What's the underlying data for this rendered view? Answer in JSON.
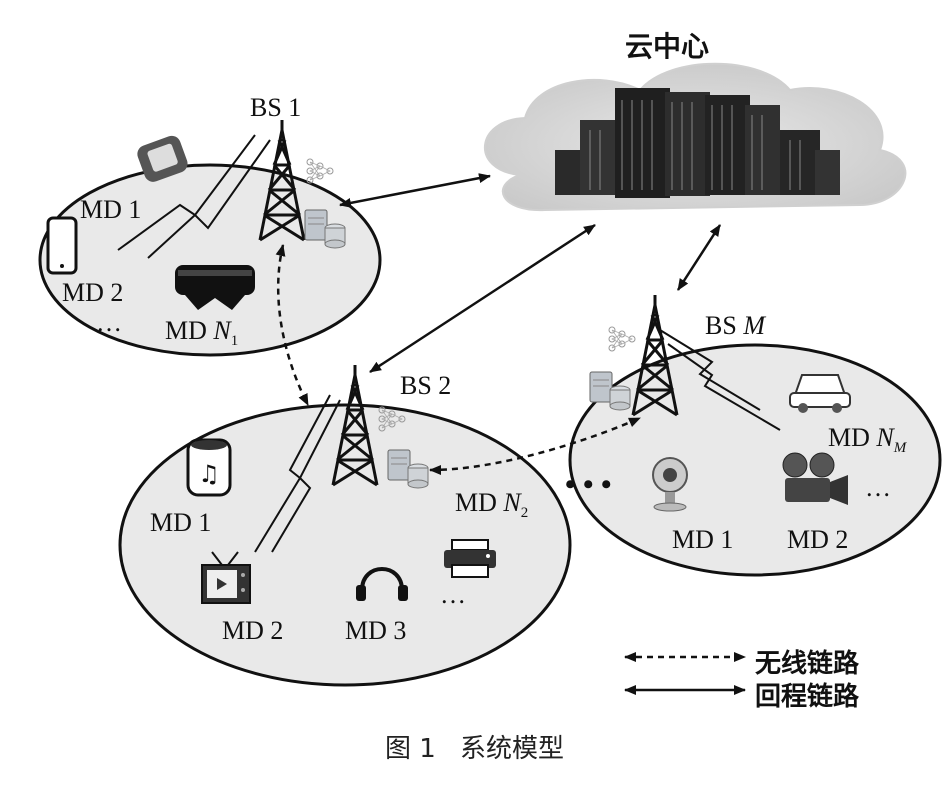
{
  "cloud": {
    "label": "云中心"
  },
  "base_stations": [
    {
      "id": "bs1",
      "name": "BS 1",
      "devices": [
        "MD 1",
        "MD 2",
        "MD N1"
      ],
      "ellipsis": "…"
    },
    {
      "id": "bs2",
      "name": "BS 2",
      "devices": [
        "MD 1",
        "MD 2",
        "MD 3",
        "MD N2"
      ],
      "ellipsis": "…"
    },
    {
      "id": "bsm",
      "name": "BS M",
      "devices": [
        "MD 1",
        "MD 2",
        "MD NM"
      ],
      "ellipsis": "…"
    }
  ],
  "labels": {
    "bs1": "BS 1",
    "bs2": "BS 2",
    "bsm_prefix": "BS",
    "bsm_var": "M",
    "md1": "MD 1",
    "md2": "MD 2",
    "md3": "MD 3",
    "md_prefix": "MD",
    "n": "N",
    "sub1": "1",
    "sub2": "2",
    "subm": "M",
    "ellipsis": "…",
    "dots": "• • •"
  },
  "legend": {
    "wireless": "无线链路",
    "backhaul": "回程链路"
  },
  "caption": {
    "number": "图 1",
    "title": "系统模型"
  },
  "device_icons": {
    "bs1": [
      "smartwatch-icon",
      "smartphone-icon",
      "vr-headset-icon"
    ],
    "bs2": [
      "smart-speaker-icon",
      "television-icon",
      "headphones-icon",
      "printer-icon"
    ],
    "bsm": [
      "camera-icon",
      "projector-icon",
      "car-icon"
    ]
  }
}
